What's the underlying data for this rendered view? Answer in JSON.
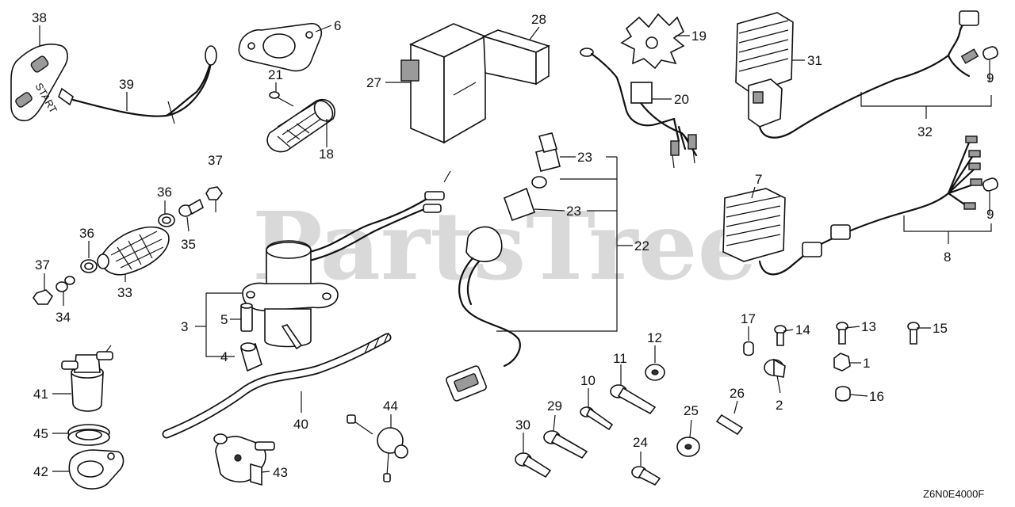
{
  "watermark": "PartsTree",
  "diagram_code": "Z6N0E4000F",
  "callouts": [
    {
      "id": "c1",
      "label": "1"
    },
    {
      "id": "c2",
      "label": "2"
    },
    {
      "id": "c3",
      "label": "3"
    },
    {
      "id": "c4",
      "label": "4"
    },
    {
      "id": "c5",
      "label": "5"
    },
    {
      "id": "c6",
      "label": "6"
    },
    {
      "id": "c7",
      "label": "7"
    },
    {
      "id": "c8",
      "label": "8"
    },
    {
      "id": "c9a",
      "label": "9"
    },
    {
      "id": "c9b",
      "label": "9"
    },
    {
      "id": "c10",
      "label": "10"
    },
    {
      "id": "c11",
      "label": "11"
    },
    {
      "id": "c12",
      "label": "12"
    },
    {
      "id": "c13",
      "label": "13"
    },
    {
      "id": "c14",
      "label": "14"
    },
    {
      "id": "c15",
      "label": "15"
    },
    {
      "id": "c16",
      "label": "16"
    },
    {
      "id": "c17",
      "label": "17"
    },
    {
      "id": "c18",
      "label": "18"
    },
    {
      "id": "c19",
      "label": "19"
    },
    {
      "id": "c20",
      "label": "20"
    },
    {
      "id": "c21",
      "label": "21"
    },
    {
      "id": "c22",
      "label": "22"
    },
    {
      "id": "c23a",
      "label": "23"
    },
    {
      "id": "c23b",
      "label": "23"
    },
    {
      "id": "c24",
      "label": "24"
    },
    {
      "id": "c25",
      "label": "25"
    },
    {
      "id": "c26",
      "label": "26"
    },
    {
      "id": "c27",
      "label": "27"
    },
    {
      "id": "c28",
      "label": "28"
    },
    {
      "id": "c29",
      "label": "29"
    },
    {
      "id": "c30",
      "label": "30"
    },
    {
      "id": "c31",
      "label": "31"
    },
    {
      "id": "c32",
      "label": "32"
    },
    {
      "id": "c33",
      "label": "33"
    },
    {
      "id": "c34",
      "label": "34"
    },
    {
      "id": "c35",
      "label": "35"
    },
    {
      "id": "c36a",
      "label": "36"
    },
    {
      "id": "c36b",
      "label": "36"
    },
    {
      "id": "c37a",
      "label": "37"
    },
    {
      "id": "c37b",
      "label": "37"
    },
    {
      "id": "c38",
      "label": "38"
    },
    {
      "id": "c39",
      "label": "39"
    },
    {
      "id": "c40",
      "label": "40"
    },
    {
      "id": "c41",
      "label": "41"
    },
    {
      "id": "c42",
      "label": "42"
    },
    {
      "id": "c43",
      "label": "43"
    },
    {
      "id": "c44",
      "label": "44"
    },
    {
      "id": "c45",
      "label": "45"
    }
  ]
}
